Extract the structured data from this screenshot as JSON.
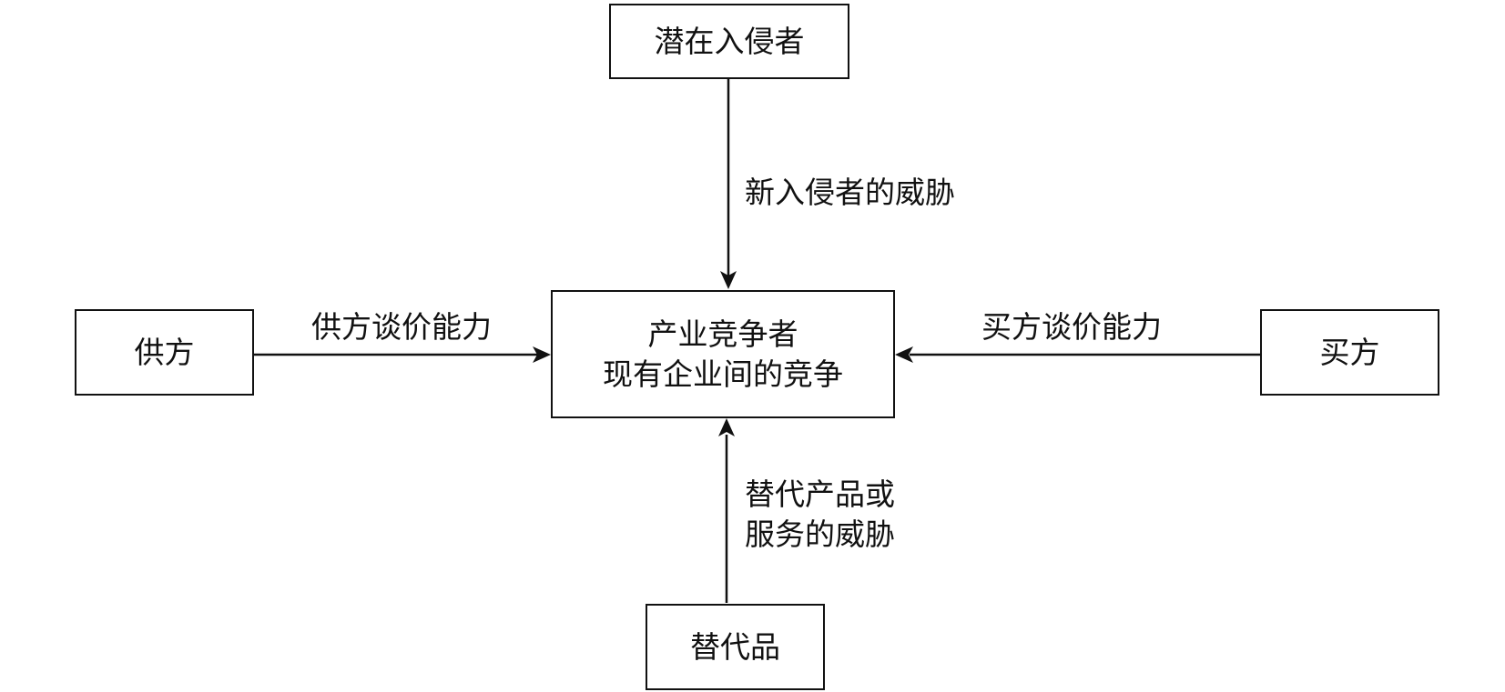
{
  "nodes": {
    "potential_entrants": {
      "label": "潜在入侵者"
    },
    "center": {
      "line1": "产业竞争者",
      "line2": "现有企业间的竞争"
    },
    "suppliers": {
      "label": "供方"
    },
    "buyers": {
      "label": "买方"
    },
    "substitutes": {
      "label": "替代品"
    }
  },
  "edges": {
    "entrants_to_center": {
      "label": "新入侵者的威胁"
    },
    "suppliers_to_center": {
      "label": "供方谈价能力"
    },
    "buyers_to_center": {
      "label": "买方谈价能力"
    },
    "substitutes_to_center": {
      "line1": "替代产品或",
      "line2": "服务的威胁"
    }
  }
}
